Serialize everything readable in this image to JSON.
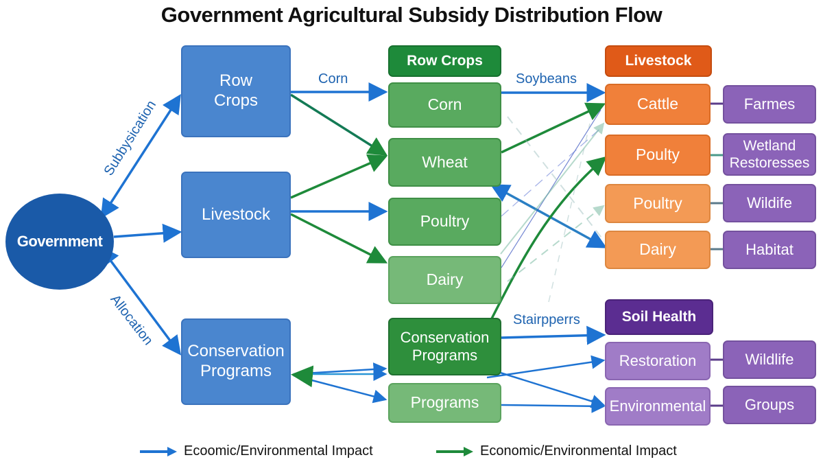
{
  "title": "Government Agricultural Subsidy Distribution Flow",
  "colors": {
    "blue_flow": "#1e73d2",
    "green_flow": "#1e8a3a",
    "government": "#1a5aa8",
    "source_box": "#4a86cf",
    "row_crops_header": "#1e8a3a",
    "livestock_header": "#e05a18",
    "soil_health_header": "#5b2d91"
  },
  "nodes": {
    "government": "Government",
    "sources": {
      "row_crops": "Row Crops",
      "livestock": "Livestock",
      "conservation": "Conservation Programs"
    },
    "middle": {
      "header": "Row Crops",
      "corn": "Corn",
      "wheat": "Wheat",
      "poultry": "Poultry",
      "dairy": "Dairy",
      "conservation": "Conservation Programs",
      "programs": "Programs"
    },
    "livestock_group": {
      "header": "Livestock",
      "cattle": "Cattle",
      "poulty": "Poulty",
      "poultry": "Poultry",
      "dairy": "Dairy"
    },
    "soil_group": {
      "header": "Soil Health",
      "restoration": "Restoration",
      "environmental": "Environmental"
    },
    "outcomes": {
      "farmes": "Farmes",
      "wetland": "Wetland Restoresses",
      "wildife": "Wildife",
      "habitat": "Habitat",
      "wildlife": "Wildlife",
      "groups": "Groups"
    }
  },
  "edge_labels": {
    "subsidy": "Subbysication",
    "allocation": "Allocation",
    "corn": "Corn",
    "soybeans": "Soybeans",
    "stakeholders": "Stairpperrs"
  },
  "legend": [
    {
      "color": "#1e73d2",
      "label": "Ecoomic/Environmental Impact"
    },
    {
      "color": "#1e8a3a",
      "label": "Economic/Environmental Impact"
    }
  ]
}
